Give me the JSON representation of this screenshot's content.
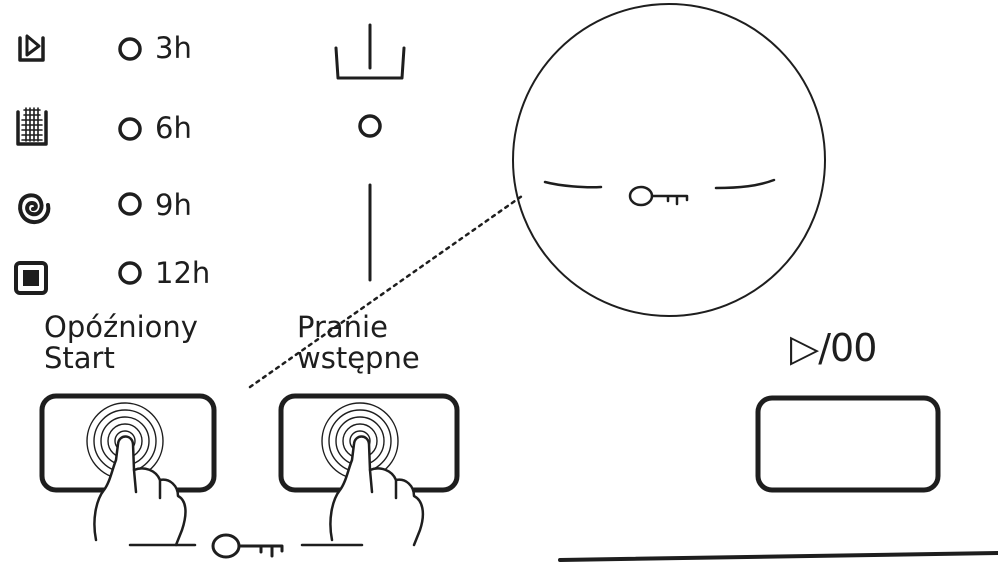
{
  "delay_options": [
    {
      "icon": "play-in-tray-icon",
      "hours": "3h"
    },
    {
      "icon": "intensive-wash-icon",
      "hours": "6h"
    },
    {
      "icon": "spiral-spin-icon",
      "hours": "9h"
    },
    {
      "icon": "stop-square-icon",
      "hours": "12h"
    }
  ],
  "buttons": {
    "delay_start": {
      "line1": "Opóźniony",
      "line2": "Start"
    },
    "prewash": {
      "line1": "Pranie",
      "line2": "wstępne"
    },
    "start_pause": {
      "label": "▷/00"
    }
  },
  "colors": {
    "ink": "#1e1e1e",
    "background": "#ffffff"
  }
}
